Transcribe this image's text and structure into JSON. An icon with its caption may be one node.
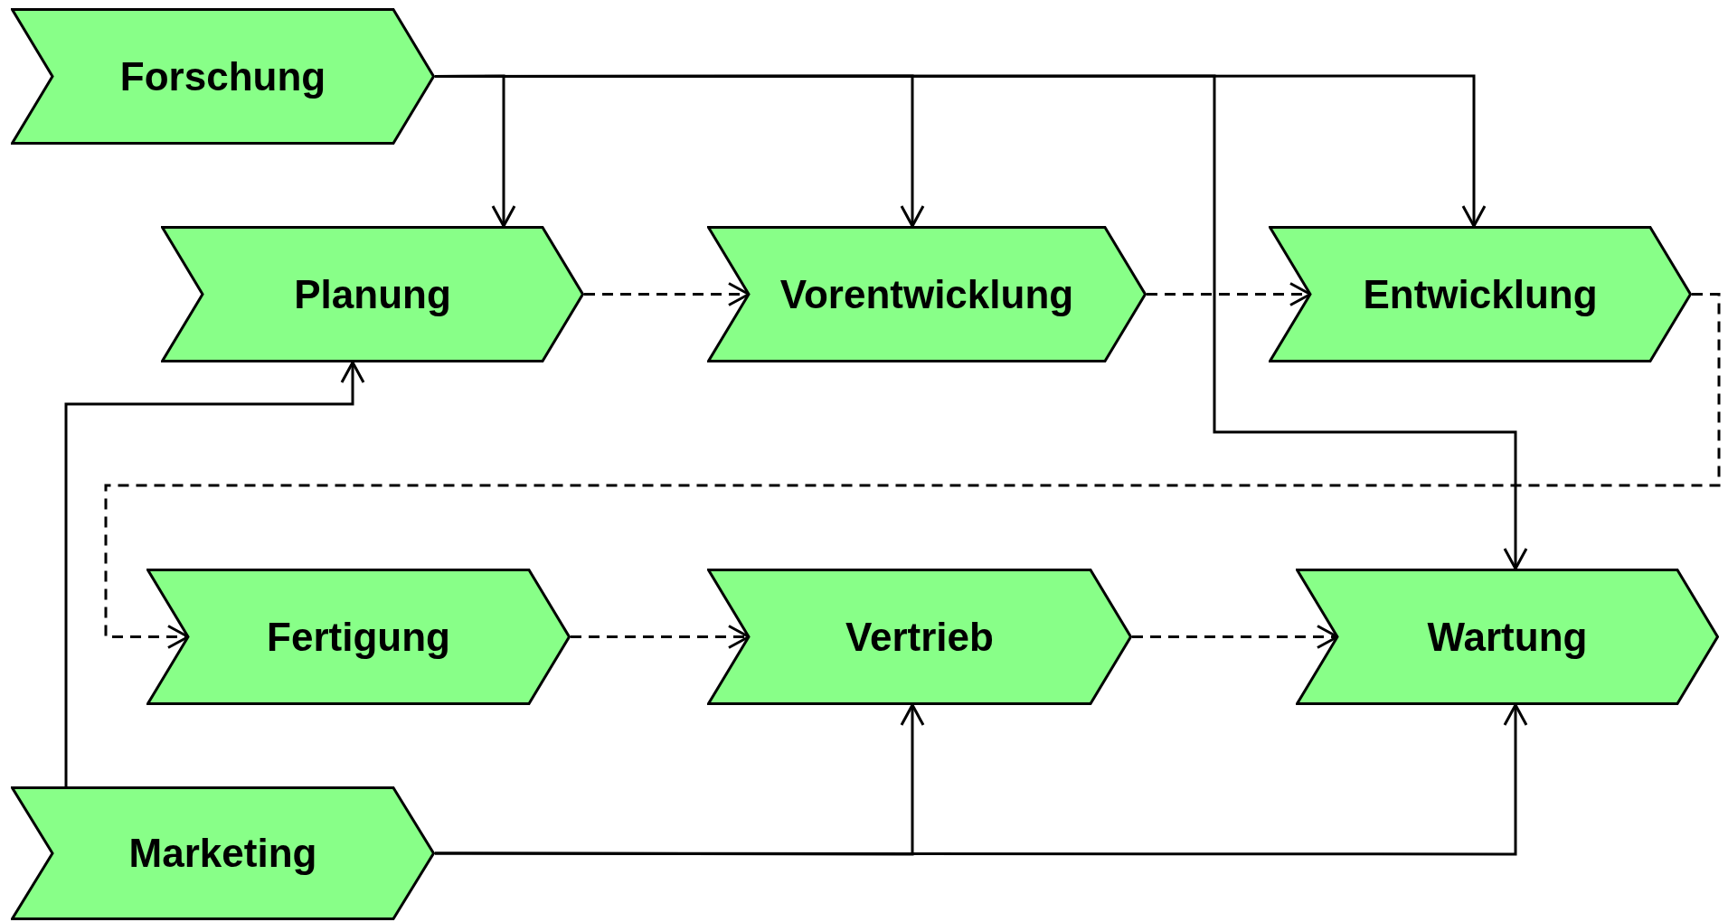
{
  "diagram": {
    "nodes": [
      {
        "text": [
          "Forschung"
        ]
      },
      {
        "text": [
          "Planung"
        ]
      },
      {
        "text": [
          "Vorentwicklung"
        ]
      },
      {
        "text": [
          "Entwicklung"
        ]
      },
      {
        "text": [
          "Fertigung"
        ]
      },
      {
        "text": [
          "Vertrieb"
        ]
      },
      {
        "text": [
          "Wartung"
        ]
      },
      {
        "text": [
          "Marketing"
        ]
      }
    ],
    "edges": [
      {
        "from": 0,
        "to": 1,
        "arrow": "to"
      },
      {
        "from": 0,
        "to": 2,
        "arrow": "to"
      },
      {
        "from": 0,
        "to": 3,
        "arrow": "to"
      },
      {
        "from": 0,
        "to": 6,
        "arrow": "to"
      },
      {
        "from": 1,
        "to": 2,
        "arrow": "to",
        "style": "dashed"
      },
      {
        "from": 2,
        "to": 3,
        "arrow": "to",
        "style": "dashed"
      },
      {
        "from": 3,
        "to": 4,
        "arrow": "to",
        "style": "dashed"
      },
      {
        "from": 4,
        "to": 5,
        "arrow": "to",
        "style": "dashed"
      },
      {
        "from": 5,
        "to": 6,
        "arrow": "to",
        "style": "dashed"
      },
      {
        "from": 7,
        "to": 1,
        "arrow": "to"
      },
      {
        "from": 7,
        "to": 5,
        "arrow": "to"
      },
      {
        "from": 7,
        "to": 6,
        "arrow": "to"
      }
    ]
  }
}
